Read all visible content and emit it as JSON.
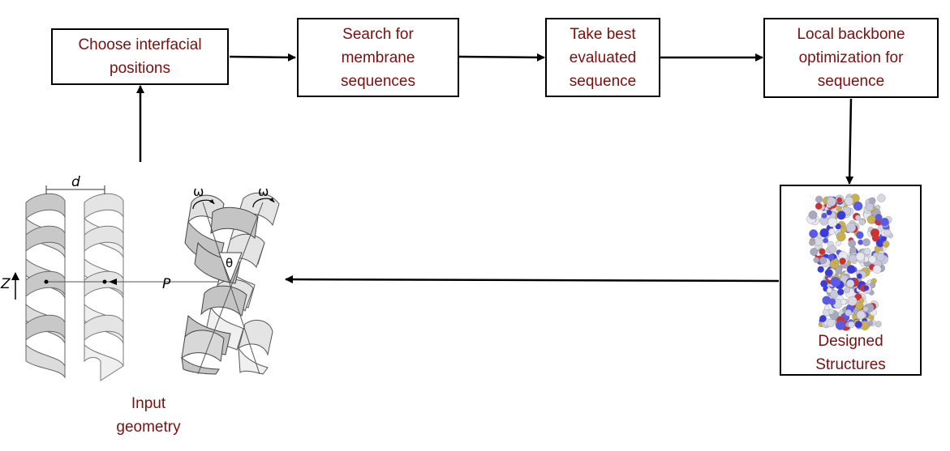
{
  "steps": {
    "choose": "Choose interfacial\npositions",
    "search": "Search for\nmembrane\nsequences",
    "best": "Take best\nevaluated\nsequence",
    "local": "Local backbone\noptimization for\nsequence"
  },
  "designed": "Designed\nStructures",
  "input": "Input\ngeometry",
  "symbols": {
    "d": "d",
    "z": "Z",
    "p": "P",
    "omega": "ω",
    "theta": "θ"
  },
  "colors": {
    "text": "#7a1010",
    "helix_dark": "#c8c8c8",
    "helix_light": "#e4e4e4"
  }
}
